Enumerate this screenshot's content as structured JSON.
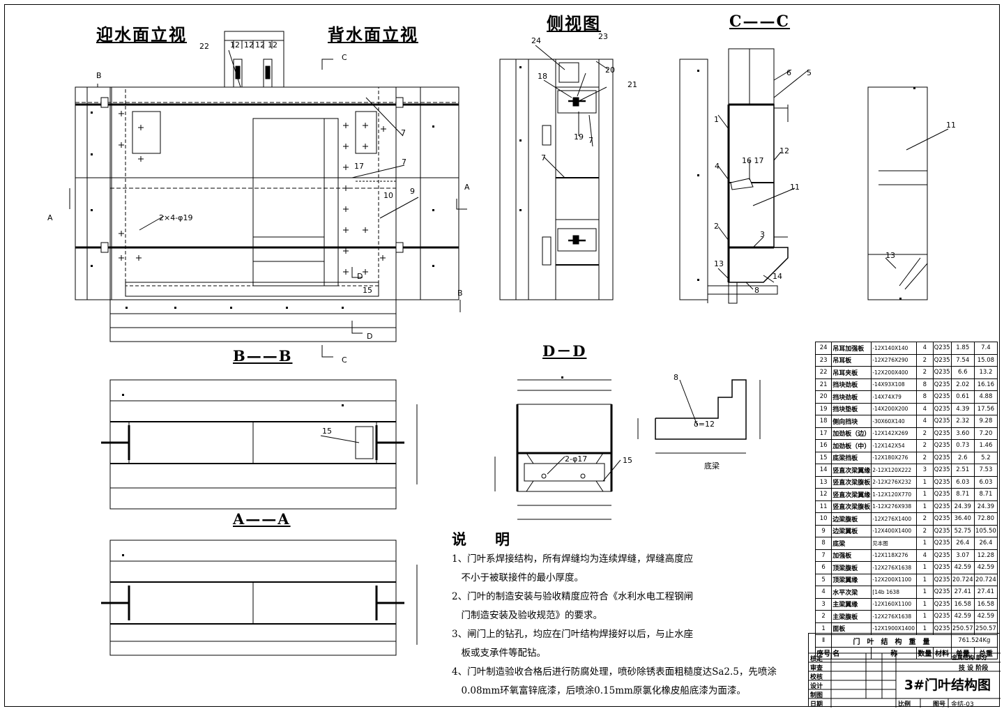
{
  "titles": {
    "upstream": "迎水面立视",
    "downstream": "背水面立视",
    "side": "侧视图",
    "cc": "C——C",
    "bb": "B——B",
    "aa": "A——A",
    "dd": "D－D",
    "dibeam": "底梁"
  },
  "labels": {
    "A": "A",
    "B": "B",
    "C": "C",
    "D": "D",
    "hole": "2×4-φ19",
    "hole2": "2-φ17",
    "delta": "δ=12"
  },
  "dims": {
    "top": [
      "12",
      "12",
      "12",
      "12"
    ]
  },
  "callouts": [
    "1",
    "2",
    "3",
    "4",
    "5",
    "6",
    "7",
    "8",
    "9",
    "10",
    "11",
    "12",
    "13",
    "14",
    "15",
    "16",
    "17",
    "18",
    "19",
    "20",
    "21",
    "22",
    "23",
    "24",
    "16 17"
  ],
  "notes": {
    "heading": "说　明",
    "items": [
      "1、门叶系焊接结构，所有焊缝均为连续焊缝，焊缝高度应",
      "　不小于被联接件的最小厚度。",
      "2、门叶的制造安装与验收精度应符合《水利水电工程钢闸",
      "　门制造安装及验收规范》的要求。",
      "3、闸门上的钻孔，均应在门叶结构焊接好以后，与止水座",
      "　板或支承件等配钻。",
      "4、门叶制造验收合格后进行防腐处理，喷砂除锈表面粗糙度达Sa2.5，先喷涂",
      "　0.08mm环氧富锌底漆，后喷涂0.15mm原氯化橡皮船底漆为面漆。"
    ]
  },
  "bom": {
    "rows": [
      [
        "24",
        "吊耳加强板",
        "-12X140X140",
        "4",
        "Q235",
        "1.85",
        "7.4"
      ],
      [
        "23",
        "吊耳板",
        "-12X276X290",
        "2",
        "Q235",
        "7.54",
        "15.08"
      ],
      [
        "22",
        "吊耳夹板",
        "-12X200X400",
        "2",
        "Q235",
        "6.6",
        "13.2"
      ],
      [
        "21",
        "挡块劲板",
        "-14X93X108",
        "8",
        "Q235",
        "2.02",
        "16.16"
      ],
      [
        "20",
        "挡块劲板",
        "-14X74X79",
        "8",
        "Q235",
        "0.61",
        "4.88"
      ],
      [
        "19",
        "挡块垫板",
        "-14X200X200",
        "4",
        "Q235",
        "4.39",
        "17.56"
      ],
      [
        "18",
        "侧向挡块",
        "-30X60X140",
        "4",
        "Q235",
        "2.32",
        "9.28"
      ],
      [
        "17",
        "加劲板（边）",
        "-12X142X269",
        "2",
        "Q235",
        "3.60",
        "7.20"
      ],
      [
        "16",
        "加劲板（中）",
        "-12X142X54",
        "2",
        "Q235",
        "0.73",
        "1.46"
      ],
      [
        "15",
        "底梁挡板",
        "-12X180X276",
        "2",
        "Q235",
        "2.6",
        "5.2"
      ],
      [
        "14",
        "竖直次梁翼缘",
        "2-12X120X222",
        "3",
        "Q235",
        "2.51",
        "7.53"
      ],
      [
        "13",
        "竖直次梁腹板",
        "2-12X276X232",
        "1",
        "Q235",
        "6.03",
        "6.03"
      ],
      [
        "12",
        "竖直次梁翼缘",
        "1-12X120X770",
        "1",
        "Q235",
        "8.71",
        "8.71"
      ],
      [
        "11",
        "竖直次梁腹板",
        "1-12X276X938",
        "1",
        "Q235",
        "24.39",
        "24.39"
      ],
      [
        "10",
        "边梁腹板",
        "-12X276X1400",
        "2",
        "Q235",
        "36.40",
        "72.80"
      ],
      [
        "9",
        "边梁翼板",
        "-12X400X1400",
        "2",
        "Q235",
        "52.75",
        "105.50"
      ],
      [
        "8",
        "底梁",
        "见本图",
        "1",
        "Q235",
        "26.4",
        "26.4"
      ],
      [
        "7",
        "加强板",
        "-12X118X276",
        "4",
        "Q235",
        "3.07",
        "12.28"
      ],
      [
        "6",
        "顶梁腹板",
        "-12X276X1638",
        "1",
        "Q235",
        "42.59",
        "42.59"
      ],
      [
        "5",
        "顶梁翼缘",
        "-12X200X1100",
        "1",
        "Q235",
        "20.724",
        "20.724"
      ],
      [
        "4",
        "水平次梁",
        "[14b 1638",
        "1",
        "Q235",
        "27.41",
        "27.41"
      ],
      [
        "3",
        "主梁翼缘",
        "-12X160X1100",
        "1",
        "Q235",
        "16.58",
        "16.58"
      ],
      [
        "2",
        "主梁腹板",
        "-12X276X1638",
        "1",
        "Q235",
        "42.59",
        "42.59"
      ],
      [
        "1",
        "面板",
        "-12X1900X1400",
        "1",
        "Q235",
        "250.57",
        "250.57"
      ]
    ],
    "total_mark": "Ⅱ",
    "total_label": "门　叶　结　构　重　量",
    "total_value": "761.524Kg",
    "header": [
      "序号",
      "名",
      "称",
      "数量",
      "材料",
      "单量",
      "总重"
    ]
  },
  "titleblock": {
    "roles": [
      "核定",
      "审查",
      "校核",
      "设计",
      "制图",
      "日期"
    ],
    "dept": "金属结构  部分",
    "stage": "技 设  阶段",
    "drawing_title": "3#门叶结构图",
    "scale_label": "比例",
    "no_label": "图号",
    "no_value": "金结-03"
  }
}
